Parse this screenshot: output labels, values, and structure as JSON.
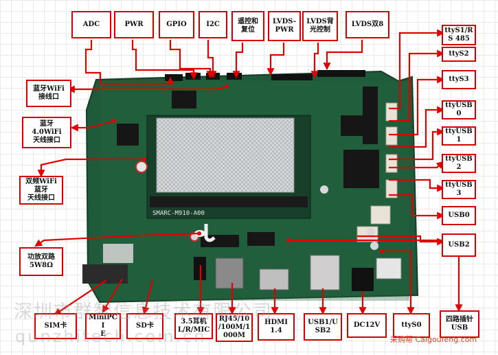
{
  "labels": {
    "adc": "ADC",
    "pwr": "PWR",
    "gpio": "GPIO",
    "i2c": "I2C",
    "remote_reset": "遥控和\n复位",
    "lvds_pwr": "LVDS-\nPWR",
    "lvds_backlight": "LVDS背\n光控制",
    "lvds_dual8": "LVDS双8",
    "bt_wifi_port": "蓝牙WiFi\n接线口",
    "bt_wifi_antenna": "蓝牙\n4.0WiFi\n天线接口",
    "dual_wifi_antenna": "双频WiFi\n蓝牙\n天线接口",
    "amp": "功放双路\n5W8Ω",
    "tty_s1": "ttyS1/R\nS 485",
    "tty_s2": "ttyS2",
    "tty_s3": "ttyS3",
    "tty_usb0": "ttyUSB\n0",
    "tty_usb1": "ttyUSB\n1",
    "tty_usb2": "ttyUSB\n2",
    "tty_usb3": "ttyUSB\n3",
    "usb0": "USB0",
    "usb2": "USB2",
    "sim": "SIM卡",
    "minipcie": "MiniPCI\nE",
    "sd": "SD卡",
    "audio": "3.5耳机\nL/R/MIC",
    "rj45": "RJ45/10\n/100M/1\n000M",
    "hdmi": "HDMI\n1.4",
    "usb1": "USB1/U\nSB2",
    "dc12v": "DC12V",
    "tty_s0": "ttyS0",
    "usb_4pin": "四路插针\nUSB"
  },
  "board_silkscreen": "SMARC-M910-A00",
  "watermark_top": "深圳市群智信息技术有限公司",
  "watermark_bottom": "qunzhitech.com.cn",
  "watermark_logo": "采购帮 Caigoufeng.com",
  "colors": {
    "label_border": "#d40000",
    "arrow": "#e00000",
    "pcb": "#1f5a3a"
  }
}
